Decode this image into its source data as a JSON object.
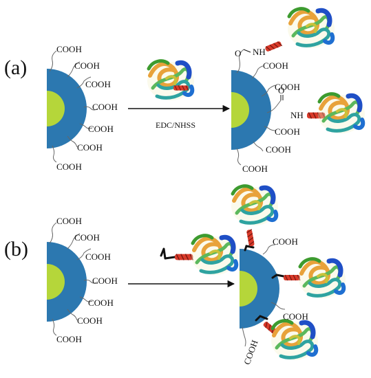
{
  "panels": {
    "a": {
      "label": "(a)",
      "group": "COOH",
      "reagent": "EDC/NHSS",
      "oxygen_symbol": "O",
      "amide_symbol": "NH"
    },
    "b": {
      "label": "(b)",
      "group": "COOH"
    }
  },
  "colors": {
    "shell": "#2c78b0",
    "core": "#b5d63a",
    "helix": "#d93a2a",
    "linker": "#111111"
  },
  "icons": [
    "nanoparticle-icon",
    "protein-icon",
    "arrow-icon",
    "linker-icon"
  ]
}
